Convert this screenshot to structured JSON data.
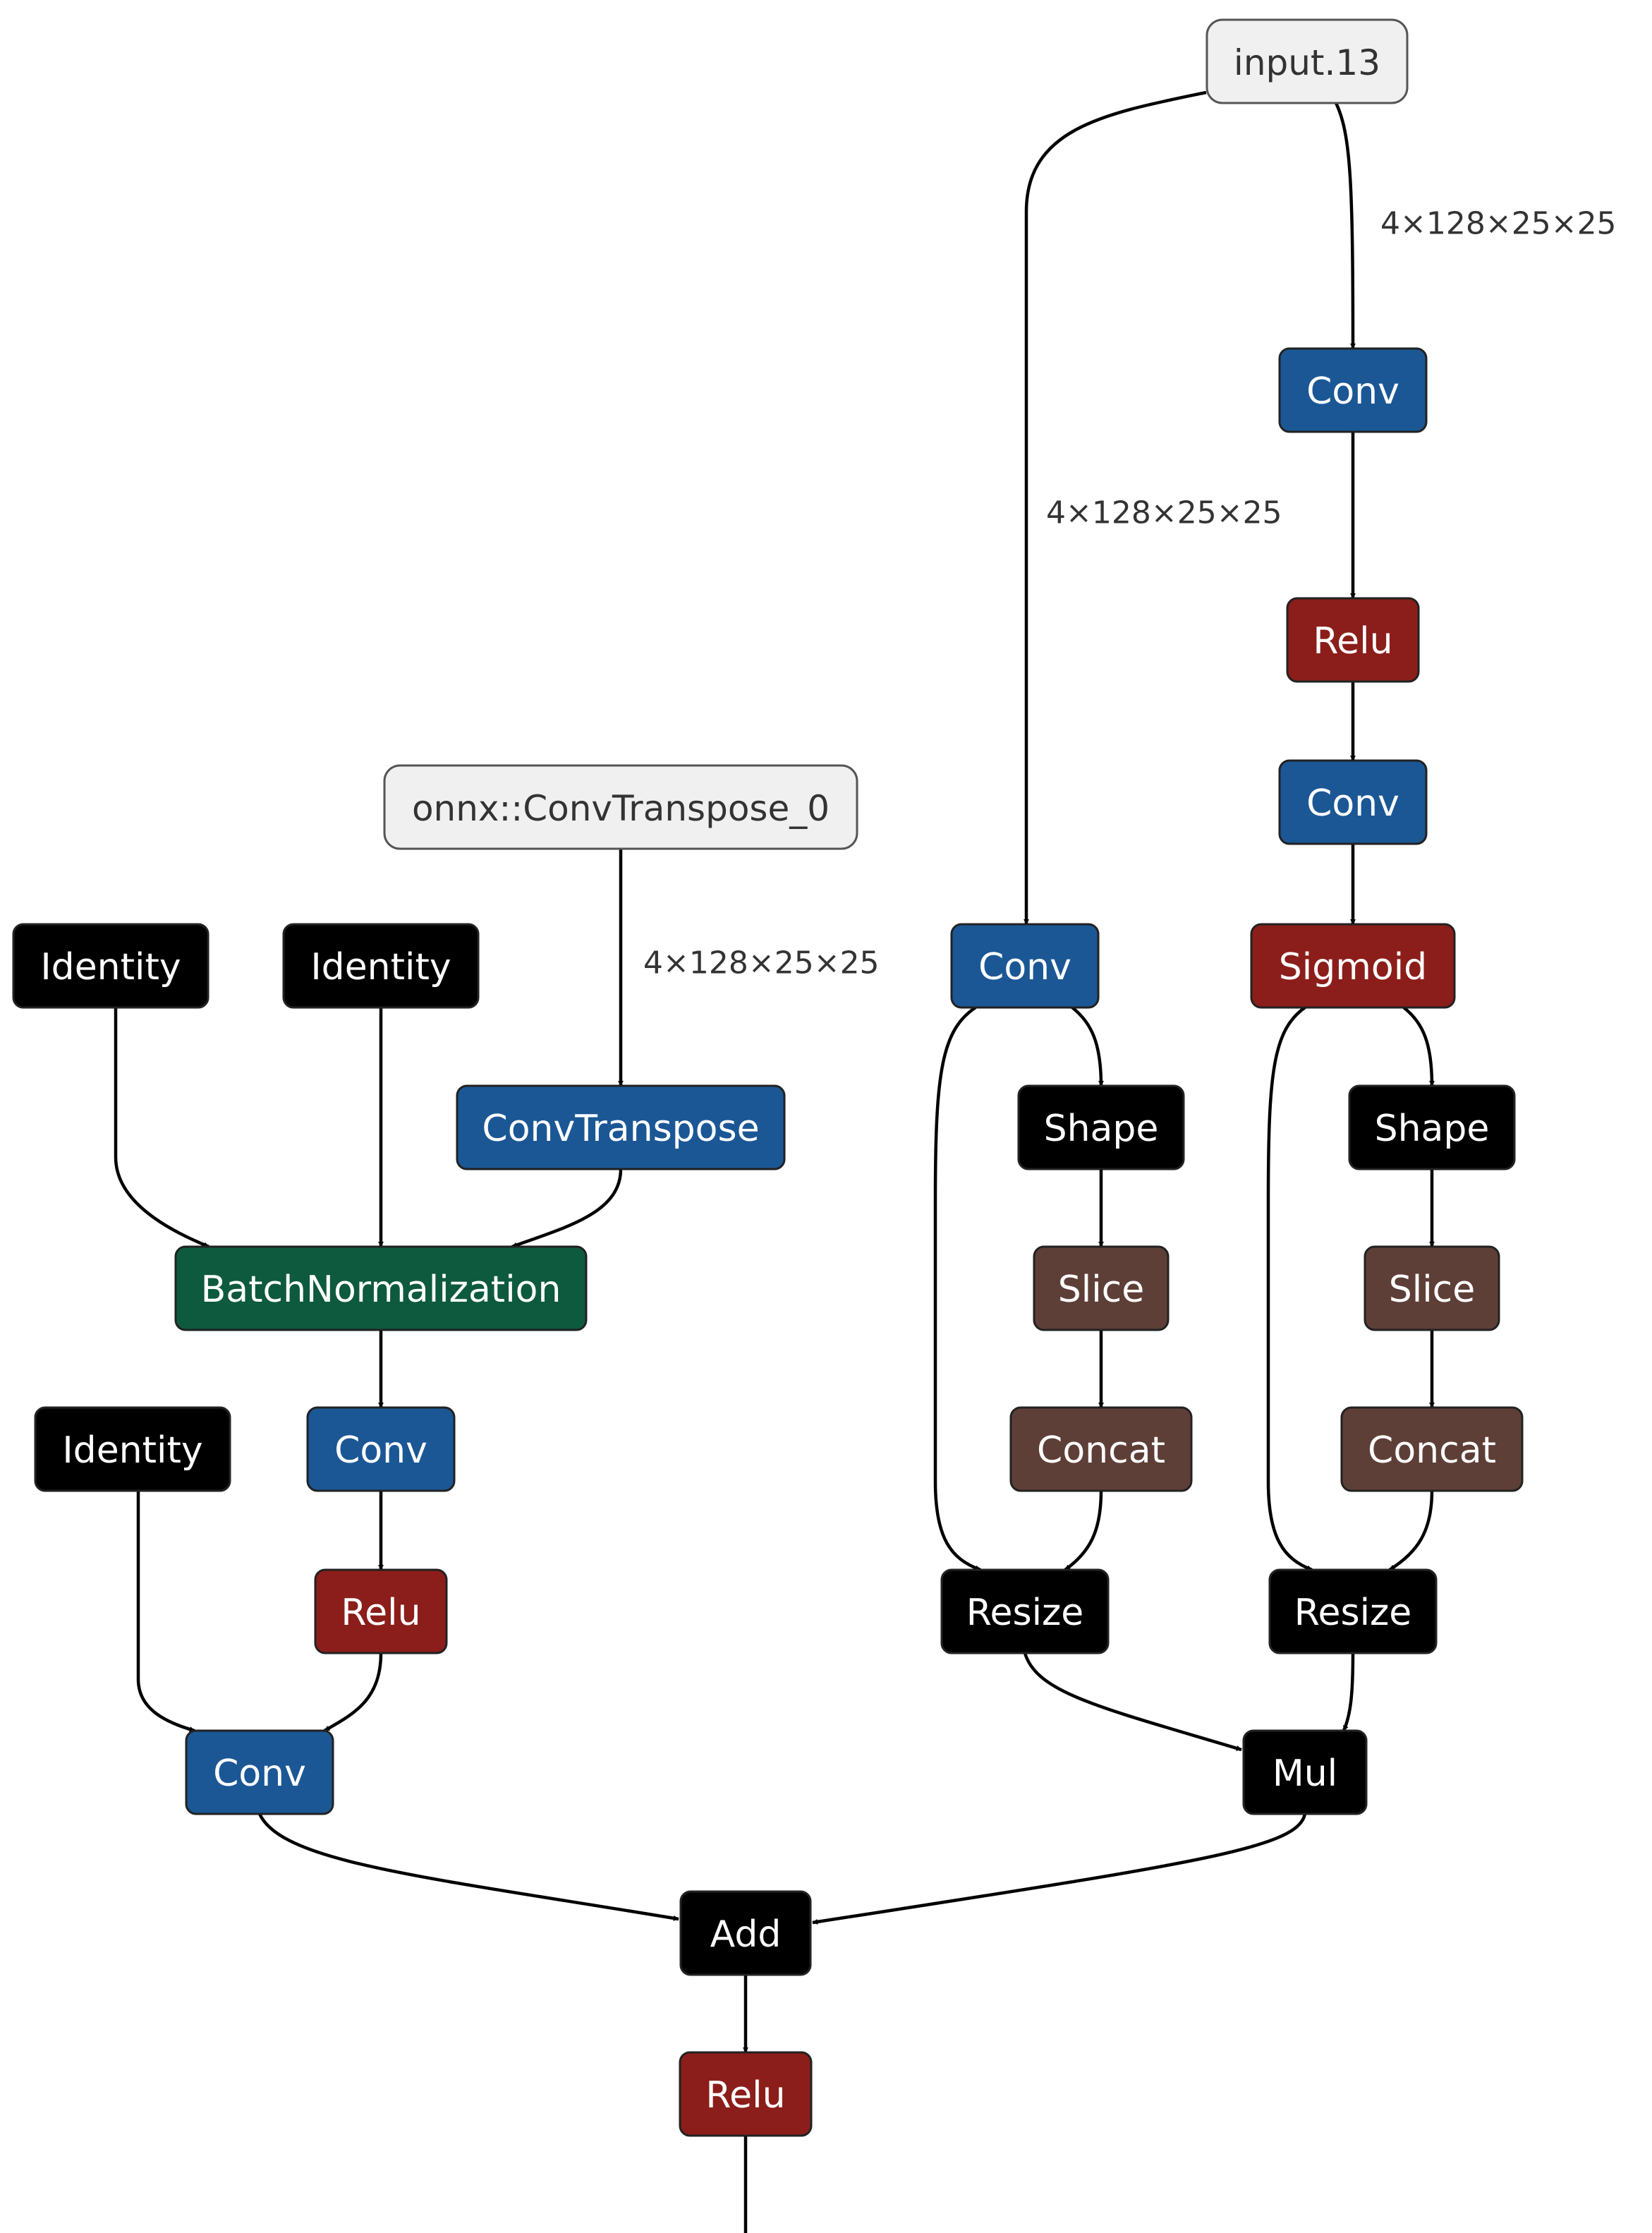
{
  "colors": {
    "conv": "#1b5795",
    "relu": "#8b1e1a",
    "black": "#000000",
    "norm": "#0e5a3e",
    "brown": "#5e3f37",
    "input_fill": "#f0f0f0",
    "input_stroke": "#555555"
  },
  "inputs": [
    {
      "id": "in13",
      "label": "input.13"
    },
    {
      "id": "inct",
      "label": "onnx::ConvTranspose_0"
    }
  ],
  "nodes": [
    {
      "id": "rconv1",
      "label": "Conv",
      "kind": "conv"
    },
    {
      "id": "rrelu",
      "label": "Relu",
      "kind": "relu"
    },
    {
      "id": "rconv2",
      "label": "Conv",
      "kind": "conv"
    },
    {
      "id": "sigmoid",
      "label": "Sigmoid",
      "kind": "relu"
    },
    {
      "id": "rshape",
      "label": "Shape",
      "kind": "black"
    },
    {
      "id": "rslice",
      "label": "Slice",
      "kind": "brown"
    },
    {
      "id": "rconcat",
      "label": "Concat",
      "kind": "brown"
    },
    {
      "id": "rresize",
      "label": "Resize",
      "kind": "black"
    },
    {
      "id": "mconv",
      "label": "Conv",
      "kind": "conv"
    },
    {
      "id": "mshape",
      "label": "Shape",
      "kind": "black"
    },
    {
      "id": "mslice",
      "label": "Slice",
      "kind": "brown"
    },
    {
      "id": "mconcat",
      "label": "Concat",
      "kind": "brown"
    },
    {
      "id": "mresize",
      "label": "Resize",
      "kind": "black"
    },
    {
      "id": "mul",
      "label": "Mul",
      "kind": "black"
    },
    {
      "id": "id1",
      "label": "Identity",
      "kind": "black"
    },
    {
      "id": "id2",
      "label": "Identity",
      "kind": "black"
    },
    {
      "id": "convt",
      "label": "ConvTranspose",
      "kind": "conv"
    },
    {
      "id": "bn",
      "label": "BatchNormalization",
      "kind": "norm"
    },
    {
      "id": "id3",
      "label": "Identity",
      "kind": "black"
    },
    {
      "id": "lconv1",
      "label": "Conv",
      "kind": "conv"
    },
    {
      "id": "lrelu",
      "label": "Relu",
      "kind": "relu"
    },
    {
      "id": "lconv2",
      "label": "Conv",
      "kind": "conv"
    },
    {
      "id": "add",
      "label": "Add",
      "kind": "black"
    },
    {
      "id": "frelu",
      "label": "Relu",
      "kind": "relu"
    }
  ],
  "edge_labels": [
    {
      "id": "lbl-right",
      "text": "4×128×25×25"
    },
    {
      "id": "lbl-mid",
      "text": "4×128×25×25"
    },
    {
      "id": "lbl-left",
      "text": "4×128×25×25"
    }
  ]
}
